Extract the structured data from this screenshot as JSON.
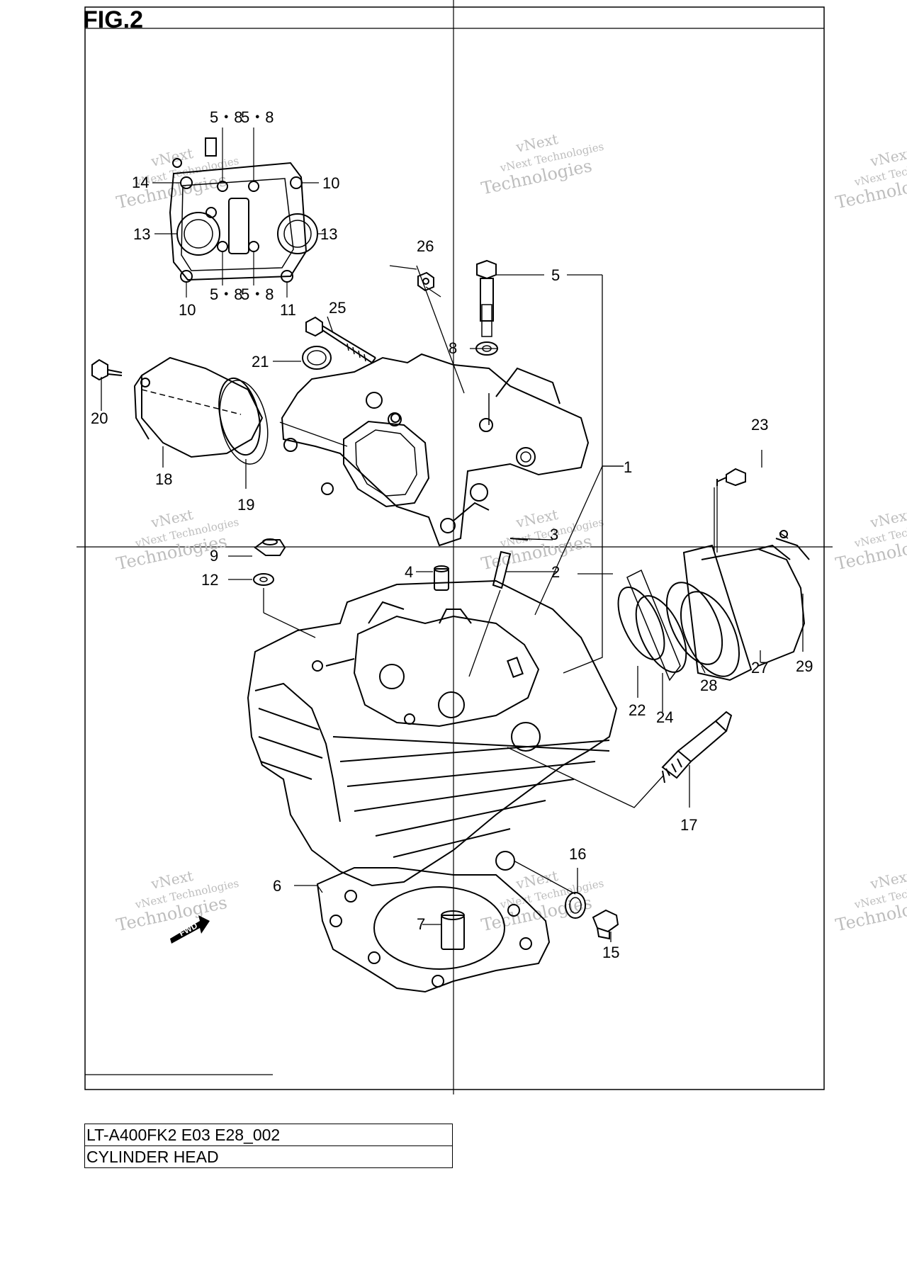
{
  "figure": {
    "title": "FIG.2",
    "fwd_label": "FWD"
  },
  "watermark": {
    "line1": "vNext",
    "line2": "vNext Technologies",
    "line3": "Technologies"
  },
  "callouts": {
    "c1": "1",
    "c2": "2",
    "c3": "3",
    "c4": "4",
    "c5": "5",
    "c6": "6",
    "c7": "7",
    "c8": "8",
    "c9": "9",
    "c12": "12",
    "c15": "15",
    "c16": "16",
    "c17": "17",
    "c18": "18",
    "c19": "19",
    "c20": "20",
    "c21": "21",
    "c22": "22",
    "c23": "23",
    "c24": "24",
    "c25": "25",
    "c26": "26",
    "c27": "27",
    "c28": "28",
    "c29": "29",
    "inset_10a": "10",
    "inset_10b": "10",
    "inset_11": "11",
    "inset_13a": "13",
    "inset_13b": "13",
    "inset_14": "14",
    "inset_58a": "5・8",
    "inset_58b": "5・8",
    "inset_58c": "5・8",
    "inset_58d": "5・8"
  },
  "caption": {
    "model": "LT-A400FK2 E03 E28_002",
    "name": "CYLINDER HEAD"
  }
}
